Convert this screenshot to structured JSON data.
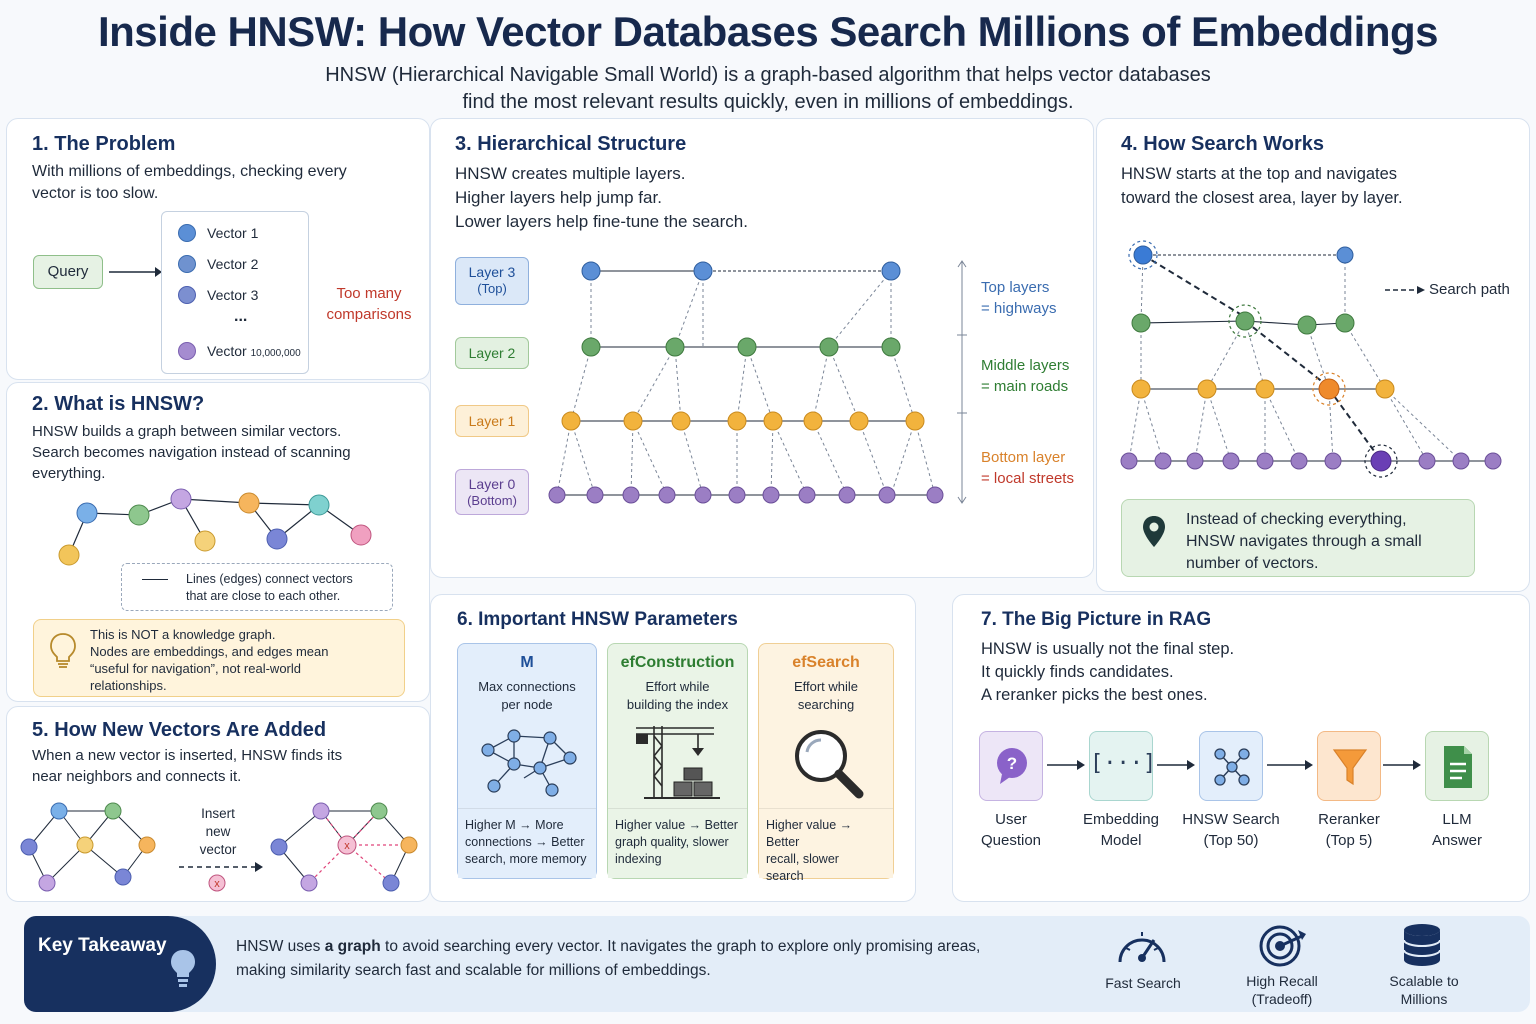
{
  "header": {
    "title": "Inside HNSW: How Vector Databases Search Millions of Embeddings",
    "subtitle_line1": "HNSW (Hierarchical Navigable Small World) is a graph-based algorithm that helps vector databases",
    "subtitle_line2": "find the most relevant results quickly, even in millions of embeddings."
  },
  "colors": {
    "navy": "#17305f",
    "blue_node": "#5b8fd6",
    "green_node": "#6aa86a",
    "orange_node": "#f2b33d",
    "purple_node": "#9b7ec4",
    "red_text": "#c0392b",
    "green_text": "#2e7d32",
    "orange_text": "#d9822b"
  },
  "problem": {
    "title": "1.  The Problem",
    "text_line1": "With millions of embeddings, checking every",
    "text_line2": "vector is too slow.",
    "query": "Query",
    "vectors": [
      "Vector 1",
      "Vector 2",
      "Vector 3"
    ],
    "ellipsis": "...",
    "last_vector": "Vector",
    "last_vector_sub": "10,000,000",
    "warning_line1": "Too many",
    "warning_line2": "comparisons"
  },
  "what": {
    "title": "2.  What is HNSW?",
    "text_line1": "HNSW builds a graph between similar vectors.",
    "text_line2": "Search becomes navigation instead of scanning",
    "text_line3": "everything.",
    "legend_line1": "Lines (edges) connect vectors",
    "legend_line2": "that are close to each other.",
    "note_line1": "This is NOT a knowledge graph.",
    "note_line2": "Nodes are embeddings, and edges mean",
    "note_line3": "“useful for navigation”, not real-world",
    "note_line4": "relationships."
  },
  "hierarchy": {
    "title": "3.  Hierarchical Structure",
    "text_line1": "HNSW creates multiple layers.",
    "text_line2": "Higher layers help jump far.",
    "text_line3": "Lower layers help fine-tune the search.",
    "layers": [
      {
        "name": "Layer 3",
        "sub": "(Top)"
      },
      {
        "name": "Layer 2",
        "sub": ""
      },
      {
        "name": "Layer 1",
        "sub": ""
      },
      {
        "name": "Layer 0",
        "sub": "(Bottom)"
      }
    ],
    "top_label_line1": "Top layers",
    "top_label_line2": "= highways",
    "mid_label_line1": "Middle layers",
    "mid_label_line2": "= main roads",
    "bot_label_line1": "Bottom layer",
    "bot_label_line2": "= local streets"
  },
  "search": {
    "title": "4.  How Search Works",
    "text_line1": "HNSW starts at the top and navigates",
    "text_line2": "toward the closest area, layer by layer.",
    "legend": "Search path",
    "note_line1": "Instead of checking everything,",
    "note_line2": "HNSW navigates through a small",
    "note_line3": "number of vectors."
  },
  "insert": {
    "title": "5.  How New Vectors Are Added",
    "text_line1": "When a new vector is inserted, HNSW finds its",
    "text_line2": "near neighbors and connects it.",
    "arrow_line1": "Insert",
    "arrow_line2": "new",
    "arrow_line3": "vector"
  },
  "params": {
    "title": "6.  Important HNSW Parameters",
    "cards": [
      {
        "name": "M",
        "sub_line1": "Max connections",
        "sub_line2": "per node",
        "foot_line1": "Higher M → More",
        "foot_line2": "connections → Better",
        "foot_line3": "search, more memory"
      },
      {
        "name": "efConstruction",
        "sub_line1": "Effort while",
        "sub_line2": "building the index",
        "foot_line1": "Higher value → Better",
        "foot_line2": "graph quality, slower",
        "foot_line3": "indexing"
      },
      {
        "name": "efSearch",
        "sub_line1": "Effort while",
        "sub_line2": "searching",
        "foot_line1": "Higher value → Better",
        "foot_line2": "recall, slower",
        "foot_line3": "search"
      }
    ]
  },
  "rag": {
    "title": "7.  The Big Picture in RAG",
    "text_line1": "HNSW is usually not the final step.",
    "text_line2": "It quickly finds candidates.",
    "text_line3": "A reranker picks the best ones.",
    "steps": [
      {
        "line1": "User",
        "line2": "Question"
      },
      {
        "line1": "Embedding",
        "line2": "Model"
      },
      {
        "line1": "HNSW Search",
        "line2": "(Top 50)"
      },
      {
        "line1": "Reranker",
        "line2": "(Top 5)"
      },
      {
        "line1": "LLM",
        "line2": "Answer"
      }
    ]
  },
  "takeaway": {
    "label": "Key Takeaway",
    "text_line1_a": "HNSW uses ",
    "text_line1_b": "a graph",
    "text_line1_c": " to avoid searching every vector. It navigates the graph to explore only promising areas,",
    "text_line2": "making similarity search fast and scalable for millions of embeddings.",
    "icons": [
      {
        "line1": "Fast Search",
        "line2": ""
      },
      {
        "line1": "High Recall",
        "line2": "(Tradeoff)"
      },
      {
        "line1": "Scalable to",
        "line2": "Millions"
      }
    ]
  }
}
